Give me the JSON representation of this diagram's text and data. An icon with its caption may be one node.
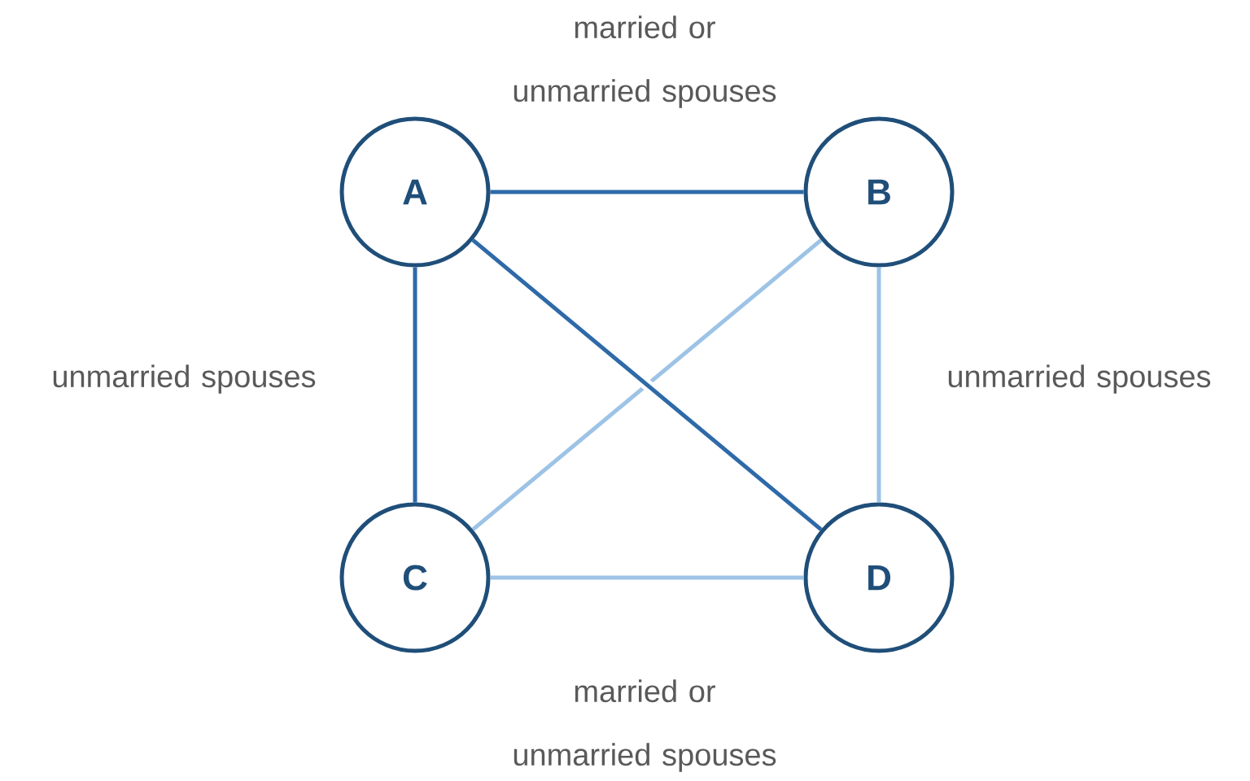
{
  "diagram": {
    "nodes": [
      {
        "text": [
          "A"
        ]
      },
      {
        "text": [
          "B"
        ]
      },
      {
        "text": [
          "C"
        ]
      },
      {
        "text": [
          "D"
        ]
      }
    ],
    "edges": [
      {
        "from": 0,
        "to": 1,
        "arrow": "none",
        "label": "married or unmarried spouses"
      },
      {
        "from": 0,
        "to": 2,
        "arrow": "none",
        "label": "unmarried spouses"
      },
      {
        "from": 0,
        "to": 3,
        "arrow": "none"
      },
      {
        "from": 1,
        "to": 2,
        "arrow": "none",
        "color": "#9dc3e6"
      },
      {
        "from": 1,
        "to": 3,
        "arrow": "none",
        "color": "#9dc3e6",
        "label": "unmarried spouses"
      },
      {
        "from": 2,
        "to": 3,
        "arrow": "none",
        "color": "#9dc3e6",
        "label": "married or unmarried spouses"
      }
    ]
  }
}
